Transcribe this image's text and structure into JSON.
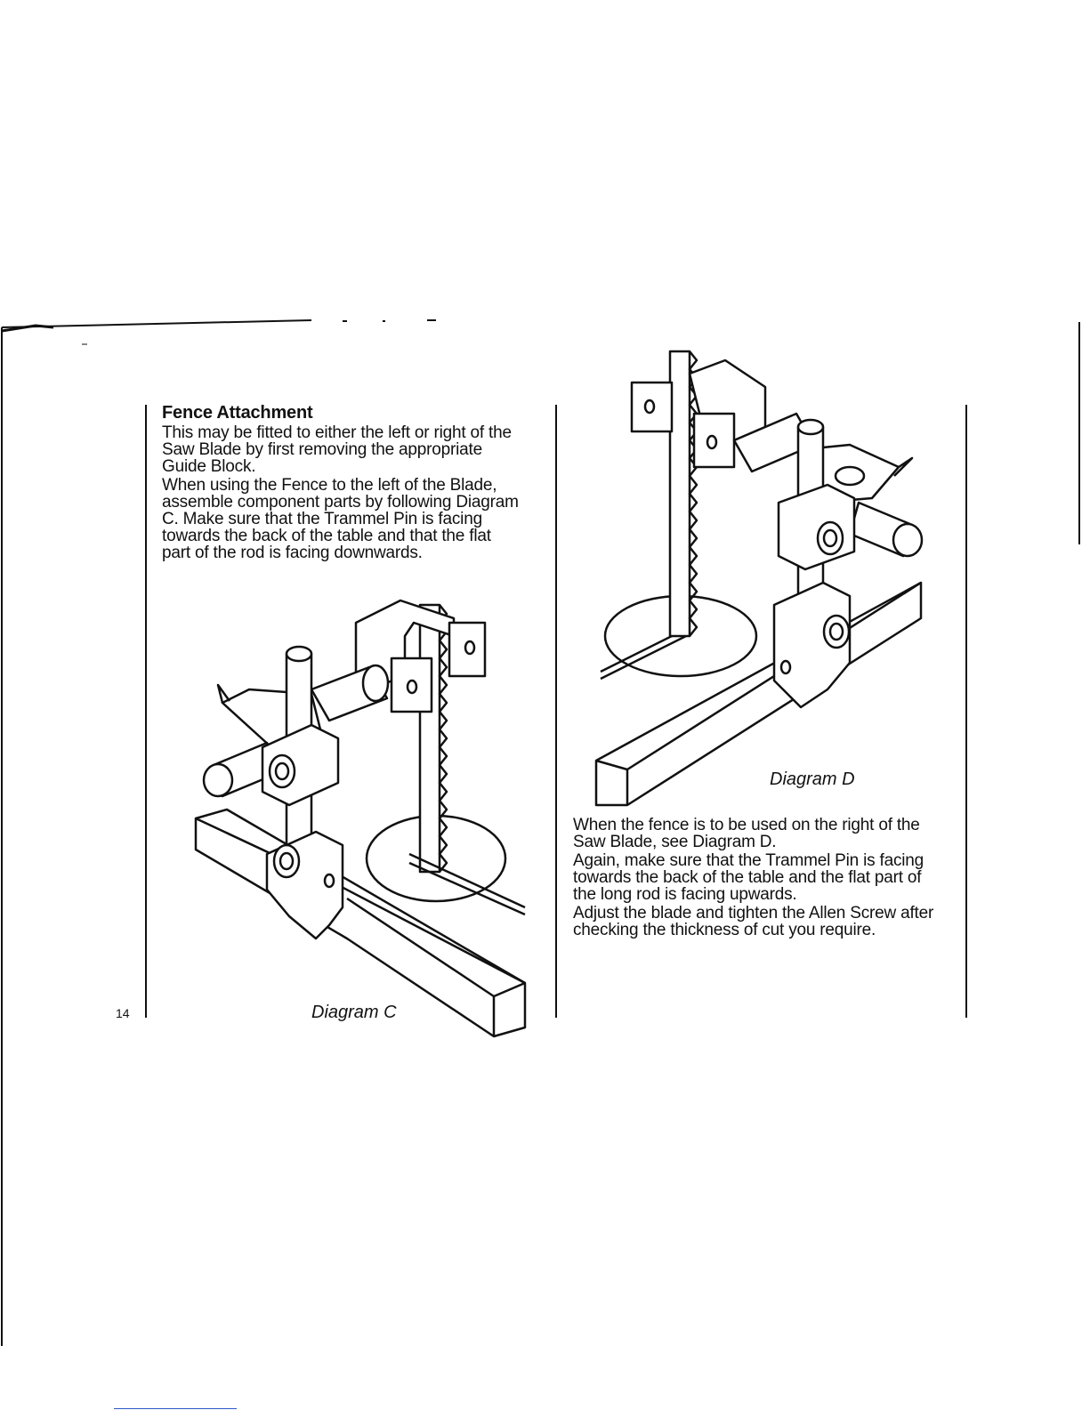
{
  "page": {
    "number": "14",
    "heading": "Fence Attachment",
    "left_paragraphs": [
      "This may be fitted to either the left or right of the Saw Blade by first removing the appropriate Guide Block.",
      "When using the Fence to the left of the Blade, assemble component parts by following Diagram C. Make sure that the Trammel Pin is facing towards the back of the table and that the flat part of the rod is facing downwards."
    ],
    "right_paragraphs": [
      "When the fence is to be used on the right of the Saw Blade, see Diagram D.",
      "Again, make sure that the Trammel Pin is facing towards the back of the table and the flat part of the long rod is facing upwards.",
      "Adjust the blade and tighten the Allen Screw after checking the thickness of cut you require."
    ],
    "diagram_c_caption": "Diagram C",
    "diagram_d_caption": "Diagram D"
  }
}
